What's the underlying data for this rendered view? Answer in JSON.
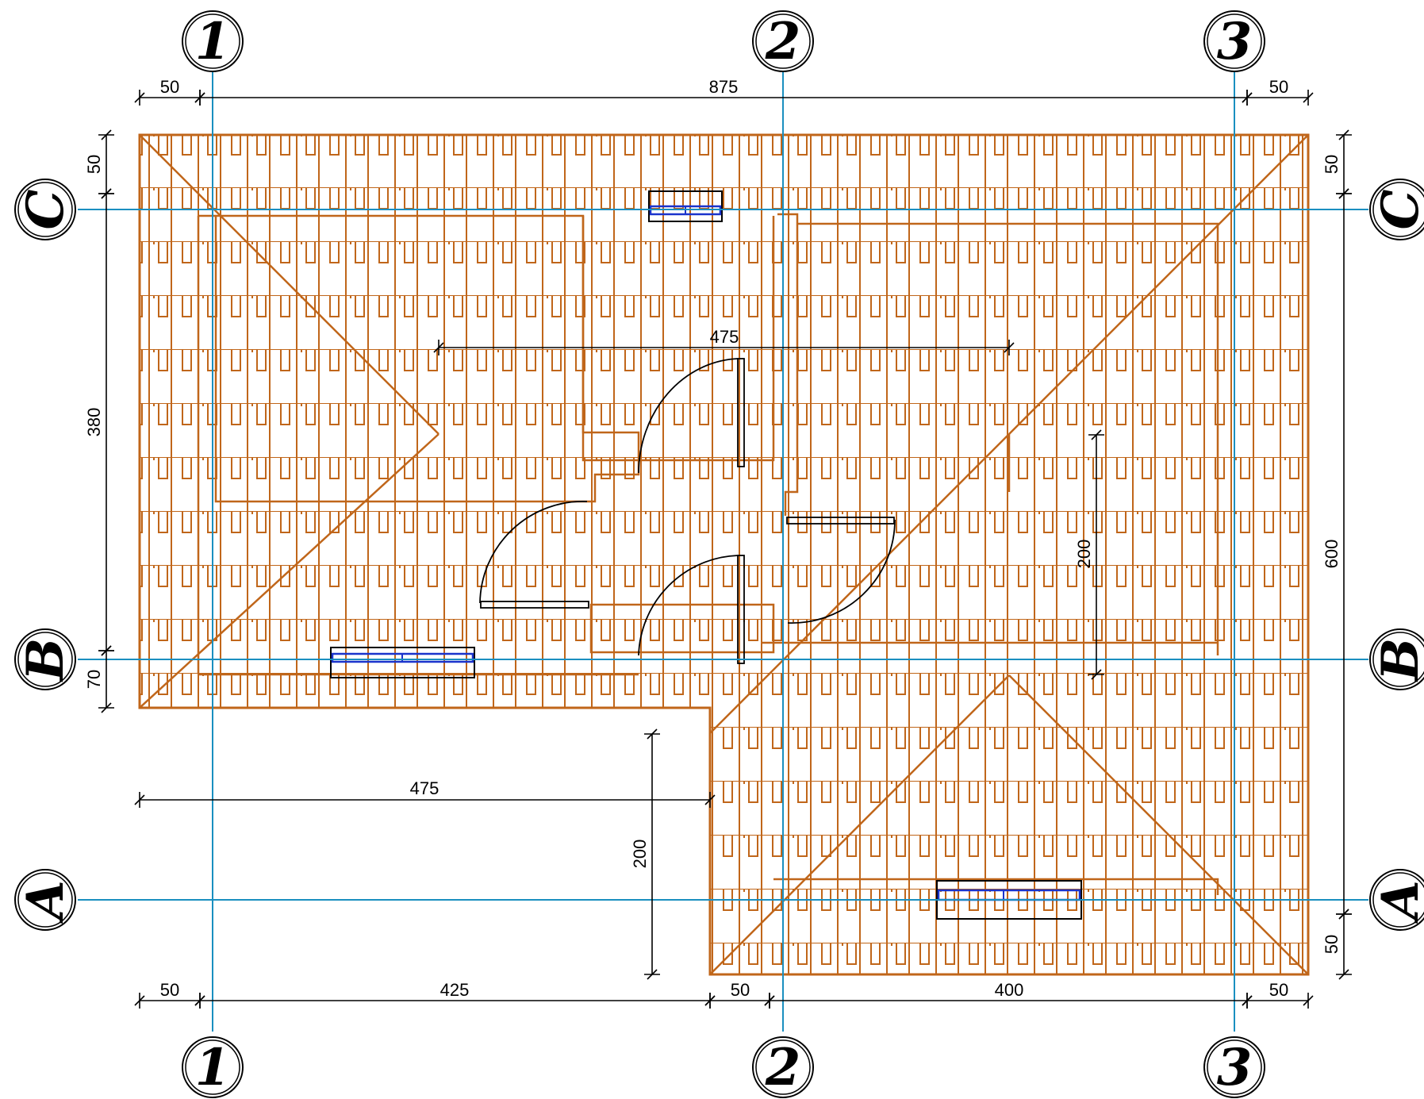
{
  "colors": {
    "roof": "#c0661a",
    "grid_axis": "#1a8fc0",
    "window": "#1a33cc",
    "dimension": "#000000"
  },
  "axes": {
    "vertical": [
      "1",
      "2",
      "3"
    ],
    "horizontal": [
      "C",
      "B",
      "A"
    ]
  },
  "dimensions": {
    "top_left_overhang": "50",
    "top_total": "875",
    "top_right_overhang": "50",
    "inner_horizontal": "475",
    "lower_left_horizontal": "475",
    "bottom_left_overhang": "50",
    "bottom_span_1": "425",
    "bottom_mid_overhang": "50",
    "bottom_span_2": "400",
    "bottom_right_overhang": "50",
    "left_top_overhang": "50",
    "left_span": "380",
    "left_bottom": "70",
    "right_top_overhang": "50",
    "right_total": "600",
    "right_bottom_overhang": "50",
    "inner_vertical_right": "200",
    "inner_vertical_lower": "200"
  }
}
